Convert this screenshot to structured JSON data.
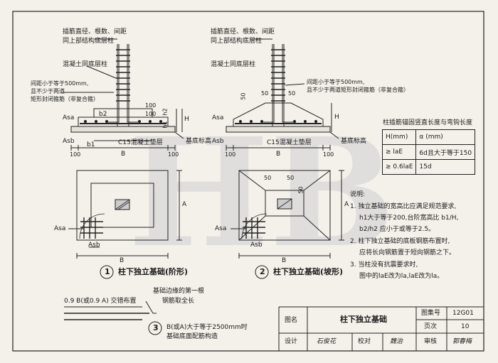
{
  "fig1": {
    "label1": "插筋直径、根数、间距",
    "label2": "同上部结构底层柱",
    "label3": "混凝土同底层柱",
    "label4": "间距小于等于500mm,",
    "label5": "且不少于两道",
    "label6": "矩形封闭箍筋（非复合箍）",
    "asa": "Asa",
    "asb": "Asb",
    "b2": "b2",
    "h1": "h1",
    "h2": "h2",
    "H": "H",
    "dim100a": "100",
    "dim100b": "100",
    "dim100c": "100",
    "dim100d": "100",
    "dimB": "B",
    "dimb1": "b1",
    "c15": "C15混凝土垫层",
    "base": "基底标高",
    "plan_A": "A",
    "plan_B": "B",
    "plan_asa": "Asa",
    "plan_asb": "Asb",
    "num": "1",
    "title": "柱下独立基础(阶形)"
  },
  "fig2": {
    "label1": "插筋直径、根数、间距",
    "label2": "同上部结构底层柱",
    "label3": "混凝土同底层柱",
    "label4": "间距小于等于500mm,",
    "label5": "且不少于两道矩形封闭箍筋（非复合箍）",
    "d50a": "50",
    "d50b": "50",
    "d50c": "50",
    "d50d": "50",
    "d50e": "50",
    "d50f": "50",
    "H": "H",
    "asa": "Asa",
    "asb": "Asb",
    "dim100a": "100",
    "dim100b": "100",
    "dimB": "B",
    "c15": "C15混凝土垫层",
    "base": "基底标高",
    "plan_A": "A",
    "plan_B": "B",
    "plan_asa": "Asa",
    "plan_asb": "Asb",
    "num": "2",
    "title": "柱下独立基础(坡形)"
  },
  "anchor_table": {
    "title": "柱插筋锚固竖直长度与弯钩长度",
    "h_col": "H(mm)",
    "a_col": "α (mm)",
    "r1c1": "≥ laE",
    "r1c2": "6d且大于等于150",
    "r2c1": "≥ 0.6laE",
    "r2c2": "15d"
  },
  "notes": {
    "head": "说明:",
    "n1a": "1. 独立基础的宽高比应满足规范要求,",
    "n1b": "h1大于等于200,台阶宽高比 b1/H,",
    "n1c": "b2/h2 应小于或等于2.5。",
    "n2a": "2. 柱下独立基础的底板钢筋布置时,",
    "n2b": "应将长向钢筋置于短向钢筋之下。",
    "n3a": "3. 当柱没有抗震要求时,",
    "n3b": "图中的laE改为la,laE改为la。"
  },
  "fig3": {
    "label1": "0.9 B(或0.9 A) 交错布置",
    "label2": "基础边缘的第一根",
    "label3": "钢筋取全长",
    "num": "3",
    "title1": "B(或A)大于等于2500mm时",
    "title2": "基础底面配筋构造"
  },
  "titleblock": {
    "name_label": "图名",
    "name_value": "柱下独立基础",
    "atlas_label": "图集号",
    "atlas_value": "12G01",
    "page_label": "页次",
    "page_value": "10",
    "design_label": "设计",
    "design_sign": "石俊花",
    "check_label": "校对",
    "check_sign": "魏治",
    "review_label": "审核",
    "review_sign": "郭春梅"
  },
  "watermark": "HB"
}
